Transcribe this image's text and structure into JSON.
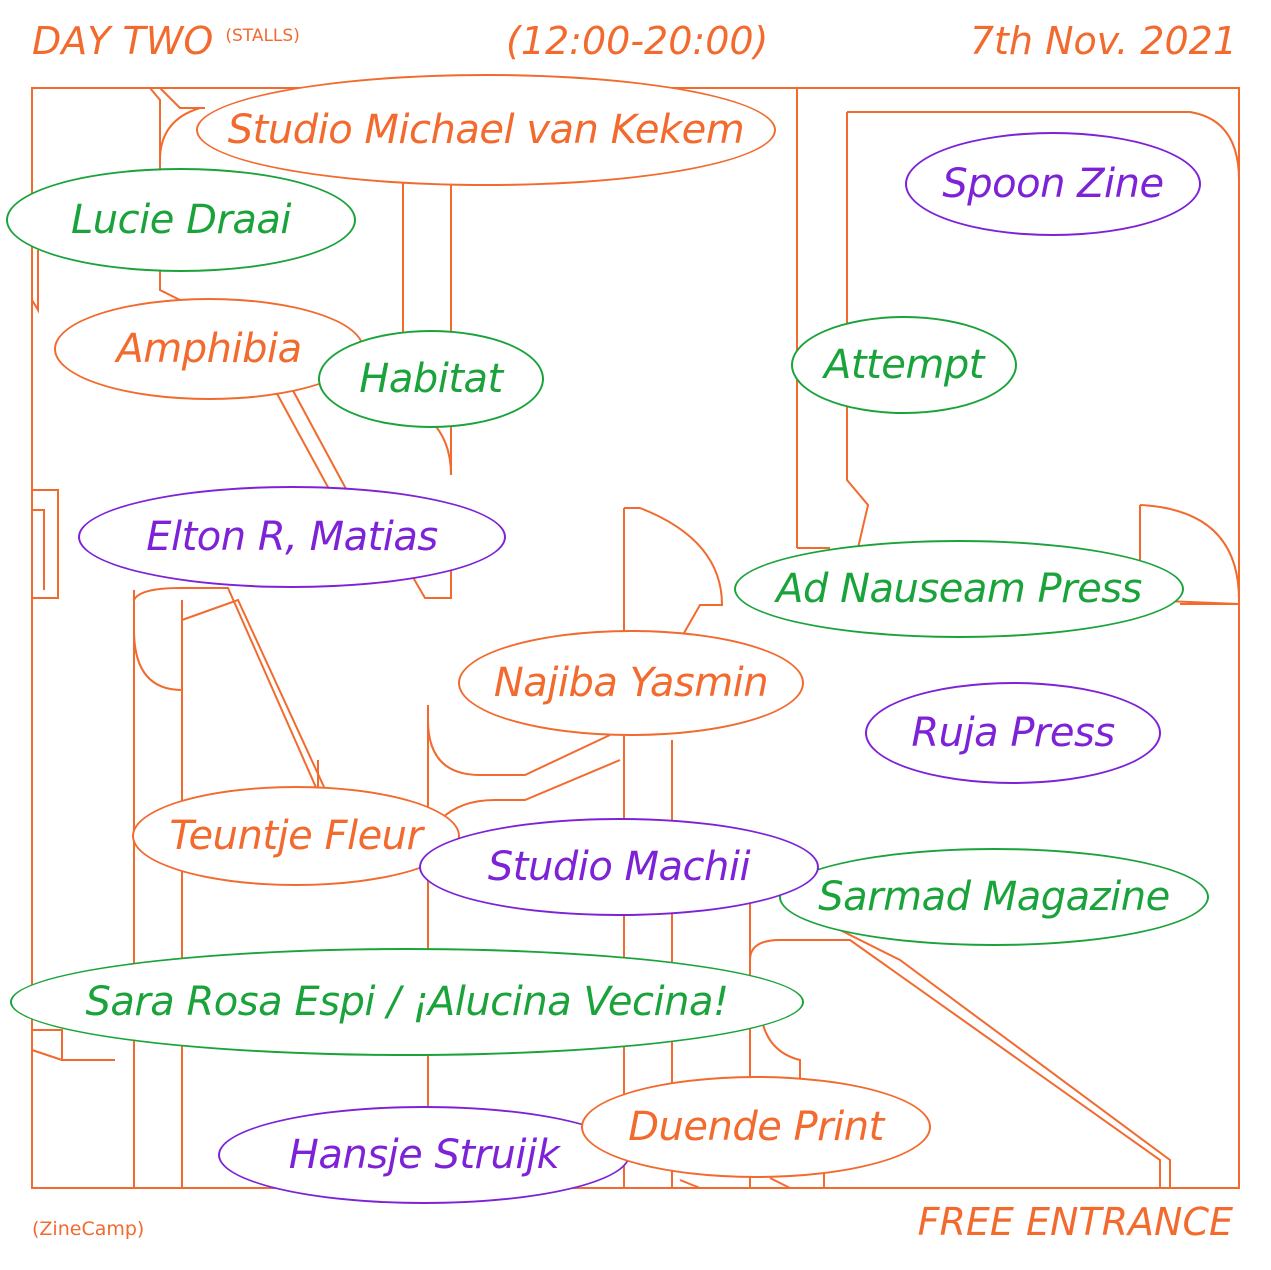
{
  "header": {
    "day": "DAY TWO",
    "day_note": "(STALLS)",
    "time": "(12:00-20:00)",
    "date": "7th Nov. 2021"
  },
  "footer": {
    "organizer": "(ZineCamp)",
    "entrance": "FREE ENTRANCE"
  },
  "colors": {
    "orange": "#f26a2e",
    "green": "#1aa33a",
    "purple": "#7d22d6"
  },
  "stalls": [
    {
      "name": "Studio Michael van Kekem",
      "color": "orange"
    },
    {
      "name": "Lucie Draai",
      "color": "green"
    },
    {
      "name": "Spoon Zine",
      "color": "purple"
    },
    {
      "name": "Amphibia",
      "color": "orange"
    },
    {
      "name": "Habitat",
      "color": "green"
    },
    {
      "name": "Attempt",
      "color": "green"
    },
    {
      "name": "Elton R, Matias",
      "color": "purple"
    },
    {
      "name": "Ad Nauseam Press",
      "color": "green"
    },
    {
      "name": "Najiba Yasmin",
      "color": "orange"
    },
    {
      "name": "Ruja Press",
      "color": "purple"
    },
    {
      "name": "Teuntje Fleur",
      "color": "orange"
    },
    {
      "name": "Studio Machii",
      "color": "purple"
    },
    {
      "name": "Sarmad Magazine",
      "color": "green"
    },
    {
      "name": "Sara Rosa Espi / ¡Alucina Vecina!",
      "color": "green"
    },
    {
      "name": "Duende Print",
      "color": "orange"
    },
    {
      "name": "Hansje Struijk",
      "color": "purple"
    }
  ]
}
